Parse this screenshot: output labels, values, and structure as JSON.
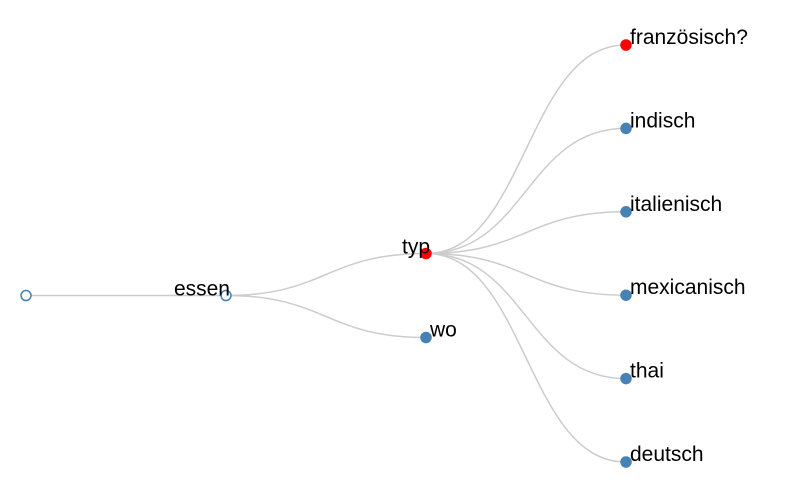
{
  "colors": {
    "link": "#cccccc",
    "node_default": "#4682b4",
    "node_highlight": "#ff0000",
    "node_collapsed_fill": "#ffffff"
  },
  "tree": {
    "label": "",
    "state": "collapsed",
    "children": [
      {
        "label": "essen",
        "state": "collapsed",
        "children": [
          {
            "label": "typ",
            "state": "highlight",
            "children": [
              {
                "label": "französisch?",
                "state": "highlight"
              },
              {
                "label": "indisch",
                "state": "leaf"
              },
              {
                "label": "italienisch",
                "state": "leaf"
              },
              {
                "label": "mexicanisch",
                "state": "leaf"
              },
              {
                "label": "thai",
                "state": "leaf"
              },
              {
                "label": "deutsch",
                "state": "leaf"
              }
            ]
          },
          {
            "label": "wo",
            "state": "leaf"
          }
        ]
      }
    ]
  }
}
